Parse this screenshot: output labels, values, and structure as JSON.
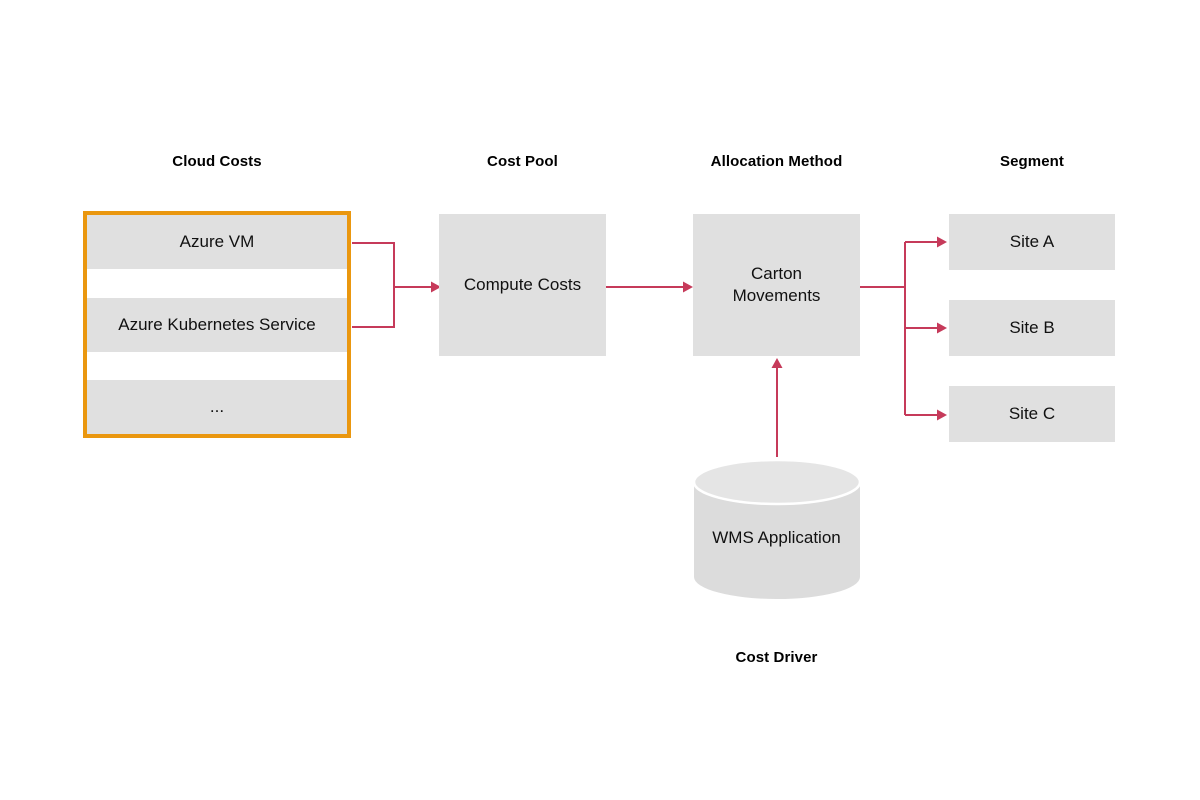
{
  "colors": {
    "box_fill": "#e0e0e0",
    "highlight_border": "#ea970f",
    "arrow": "#c63a5a",
    "cylinder_body_fill": "#dcdcdc",
    "cylinder_top_fill": "#e5e5e5"
  },
  "headers": {
    "cloud_costs": "Cloud Costs",
    "cost_pool": "Cost Pool",
    "allocation_method": "Allocation Method",
    "segment": "Segment",
    "cost_driver": "Cost Driver"
  },
  "cloud_costs_group": {
    "items": [
      {
        "label": "Azure VM"
      },
      {
        "label": "Azure Kubernetes Service"
      },
      {
        "label": "..."
      }
    ]
  },
  "cost_pool_node": {
    "label": "Compute Costs"
  },
  "allocation_node": {
    "label": "Carton Movements"
  },
  "segments": [
    {
      "label": "Site A"
    },
    {
      "label": "Site B"
    },
    {
      "label": "Site C"
    }
  ],
  "cost_driver_node": {
    "label": "WMS Application"
  }
}
